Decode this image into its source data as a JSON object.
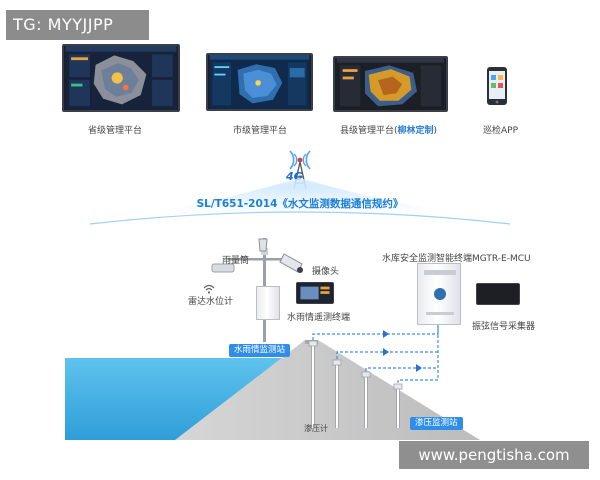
{
  "watermark_top": "TG: MYYJJPP",
  "watermark_bottom": "www.pengtisha.com",
  "platforms": [
    {
      "label": "省级管理平台"
    },
    {
      "label": "市级管理平台"
    },
    {
      "label": "县级管理平台(",
      "highlight": "柳林定制",
      "suffix": ")"
    },
    {
      "label": "巡检APP"
    }
  ],
  "network_badge": "4G",
  "protocol": "SL/T651-2014《水文监测数据通信规约》",
  "equipment": {
    "rain_gauge": "雨量筒",
    "camera": "摄像头",
    "radar_level": "雷达水位计",
    "rtu": "水雨情遥测终端",
    "station_rain": "水雨情监测站",
    "mcu_terminal": "水库安全监测智能终端MGTR-E-MCU",
    "vibrating_collector": "振弦信号采集器",
    "piezometer": "渗压计",
    "station_seepage": "渗压监测站"
  },
  "colors": {
    "accent": "#2f8ee8",
    "water": "#4cb7e6",
    "dam": "#c9c9c9",
    "highlight": "#2a7fd4"
  }
}
